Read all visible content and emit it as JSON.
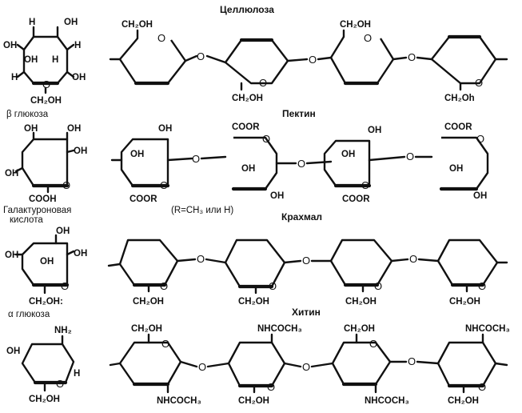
{
  "titles": {
    "cellulose": "Целлюлоза",
    "pectin": "Пектин",
    "starch": "Крахмал",
    "chitin": "Хитин"
  },
  "monomers": {
    "beta_glucose": "β глюкоза",
    "galacturonic_line1": "Галактуроновая",
    "galacturonic_line2": "кислота",
    "alpha_glucose": "α глюкоза"
  },
  "pectin_note": "(R=CH₃ или H)",
  "groups": {
    "ch2oh": "CH₂OH",
    "ch2oh_colon": "CH₂OH:",
    "ch2oh_var": "CH₂Oh",
    "oh": "OH",
    "h": "H",
    "o": "O",
    "cooh": "COOH",
    "coor": "COOR",
    "nh2": "NH₂",
    "nhcoch3": "NHCOCH₃"
  }
}
